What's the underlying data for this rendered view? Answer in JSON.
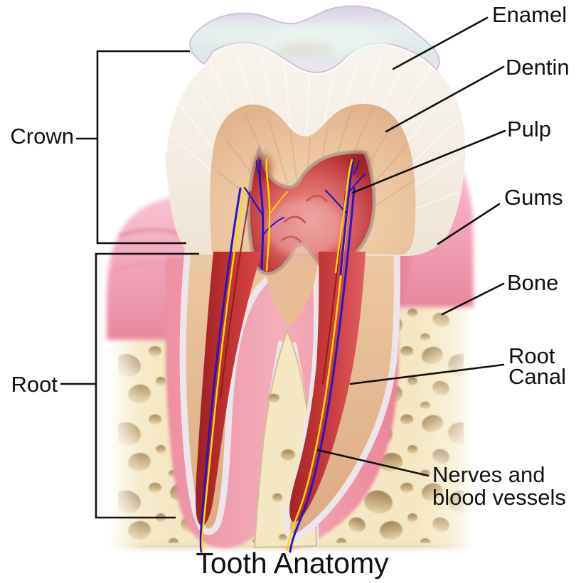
{
  "title": "Tooth Anatomy",
  "labels": {
    "enamel": "Enamel",
    "dentin": "Dentin",
    "pulp": "Pulp",
    "gums": "Gums",
    "bone": "Bone",
    "root_canal": [
      "Root",
      "Canal"
    ],
    "nerves": [
      "Nerves and",
      "blood vessels"
    ],
    "crown": "Crown",
    "root": "Root"
  },
  "palette": {
    "background": "#ffffff",
    "label_text": "#111111",
    "leader_line": "#111111",
    "enamel_surface": "#f5efe7",
    "enamel_cap_tint": "#dfe9ea",
    "dentin_tan": "#eac7a0",
    "pulp_red": "#c03535",
    "pulp_light": "#ef9d9d",
    "gum_pink": "#ef9bb2",
    "socket_pink": "#ee8fa2",
    "ligament_white": "#ece6ec",
    "bone_cream": "#f4e7c3",
    "bone_hole": "#b89a6b",
    "nerve_yellow": "#ffd900",
    "vessel_blue": "#2613cf",
    "vessel_red": "#8e1414"
  }
}
